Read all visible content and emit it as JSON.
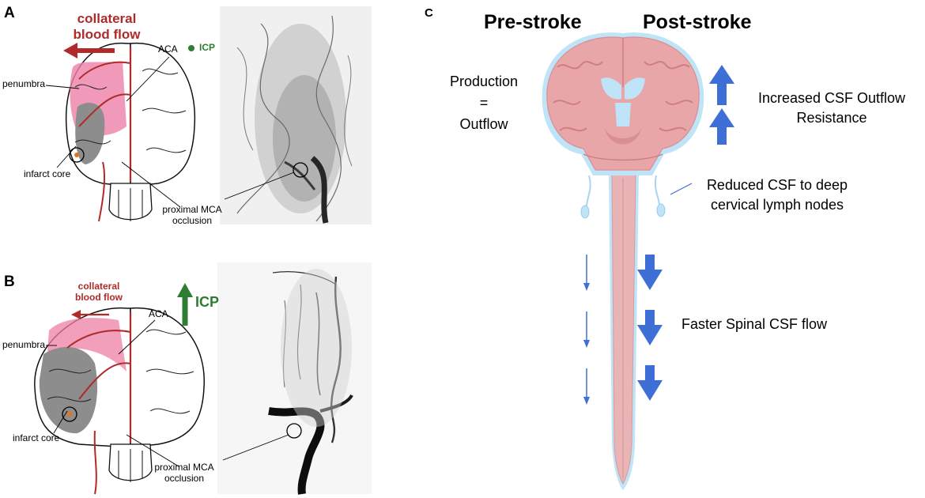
{
  "panels": {
    "A": {
      "letter": "A",
      "collateral": [
        "collateral",
        "blood flow"
      ],
      "aca": "ACA",
      "icp": "ICP",
      "penumbra": "penumbra",
      "infarct_core": "infarct core",
      "occlusion": [
        "proximal MCA",
        "occlusion"
      ]
    },
    "B": {
      "letter": "B",
      "collateral": [
        "collateral",
        "blood flow"
      ],
      "aca": "ACA",
      "icp": "ICP",
      "penumbra": "penumbra",
      "infarct_core": "infarct core",
      "occlusion": [
        "proximal MCA",
        "occlusion"
      ]
    },
    "C": {
      "letter": "C",
      "pre_stroke": "Pre-stroke",
      "post_stroke": "Post-stroke",
      "production": [
        "Production",
        "=",
        "Outflow"
      ],
      "resistance": [
        "Increased CSF Outflow",
        "Resistance"
      ],
      "lymph": [
        "Reduced CSF to deep",
        "cervical lymph nodes"
      ],
      "spinal": "Faster Spinal CSF flow"
    }
  },
  "colors": {
    "collateral_red": "#b02a2a",
    "icp_green": "#2e7d32",
    "penumbra_pink": "#ee7fa6",
    "infarct_gray": "#8d8d8d",
    "arrow_blue": "#3d6fd6",
    "brain_tissue": "#e9a6a8",
    "csf_blue": "#bfe3f7"
  }
}
